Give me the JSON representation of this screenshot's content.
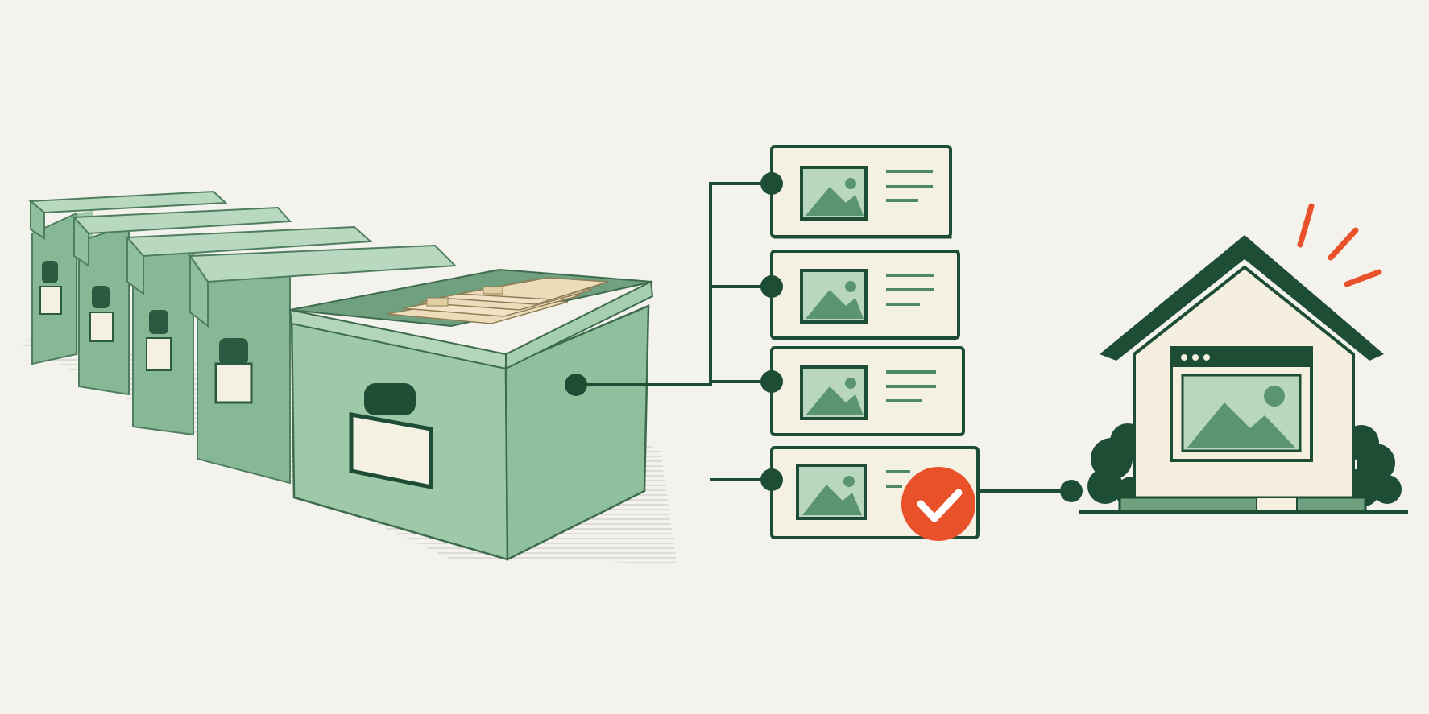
{
  "palette": {
    "background": "#f3f2ed",
    "box_green": "#9dc9a8",
    "box_green_light": "#b3d6bb",
    "box_green_dark": "#6fa07f",
    "ink_dark_green": "#1e4d36",
    "card_paper": "#f5f1e2",
    "folder_tan": "#ecdcba",
    "check_orange": "#e8512a",
    "check_mark": "#ffffff"
  },
  "icons": {
    "archive_boxes": "archive-box-icon",
    "folders": "file-folder-icon",
    "media_card": "image-card-icon",
    "image_thumb": "mountain-image-icon",
    "check": "checkmark-badge-icon",
    "house": "house-icon",
    "browser_window": "browser-window-icon",
    "spark": "spark-burst-icon"
  },
  "cards": [
    {
      "item": "image-card-1",
      "selected": false
    },
    {
      "item": "image-card-2",
      "selected": false
    },
    {
      "item": "image-card-3",
      "selected": false
    },
    {
      "item": "image-card-4",
      "selected": true
    }
  ]
}
